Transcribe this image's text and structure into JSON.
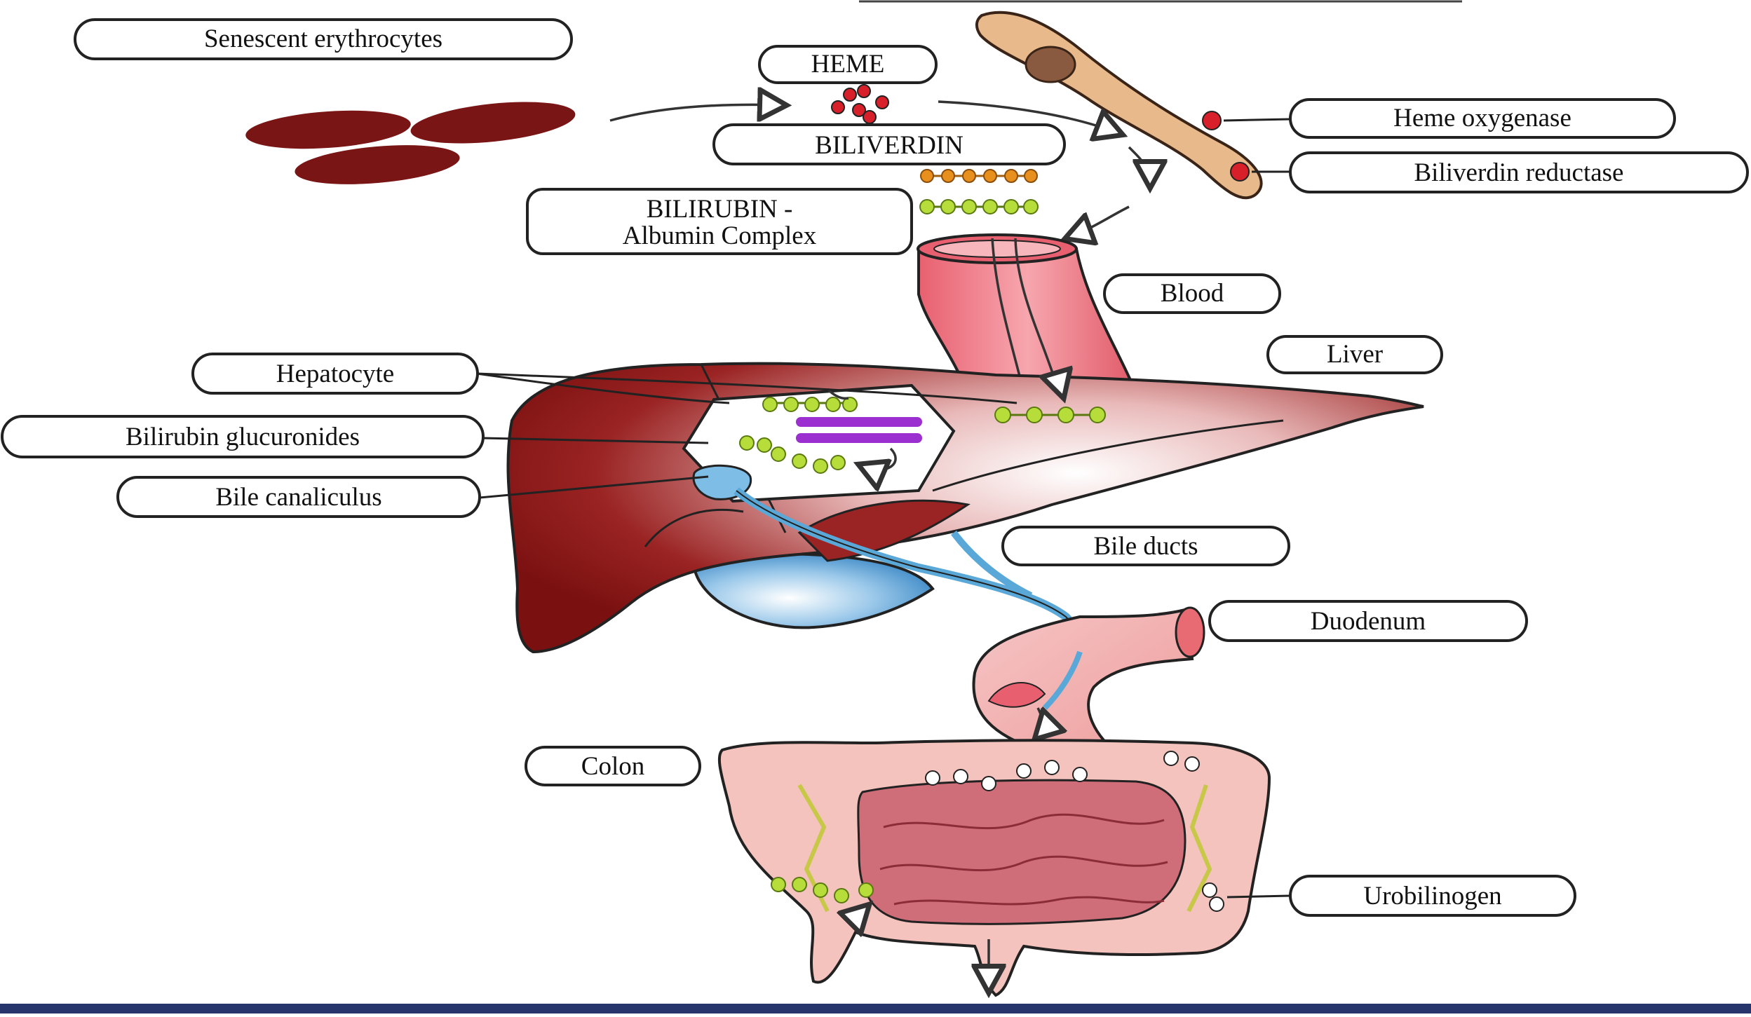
{
  "labels": {
    "senescent": "Senescent erythrocytes",
    "heme": "HEME",
    "biliverdin": "BILIVERDIN",
    "bilirubin_line1": "BILIRUBIN -",
    "bilirubin_line2": "Albumin Complex",
    "heme_oxygenase": "Heme oxygenase",
    "biliverdin_reductase": "Biliverdin reductase",
    "blood": "Blood",
    "liver": "Liver",
    "hepatocyte": "Hepatocyte",
    "glucuronides": "Bilirubin glucuronides",
    "canaliculus": "Bile canaliculus",
    "bile_ducts": "Bile ducts",
    "duodenum": "Duodenum",
    "colon": "Colon",
    "urobilinogen": "Urobilinogen"
  },
  "colors": {
    "erythrocyte": "#7a1515",
    "heme_dot": "#d8202a",
    "biliverdin_dot": "#e8901e",
    "bilirubin_dot": "#b7dd3a",
    "glucuronide_bar": "#9b2fd0",
    "liver": "#8e1d1d",
    "blood_vessel": "#ec7b86",
    "macrophage": "#e8b98a",
    "bile": "#5aa8d8",
    "intestine": "#f2b8b3",
    "bottom_bar": "#26356b"
  }
}
